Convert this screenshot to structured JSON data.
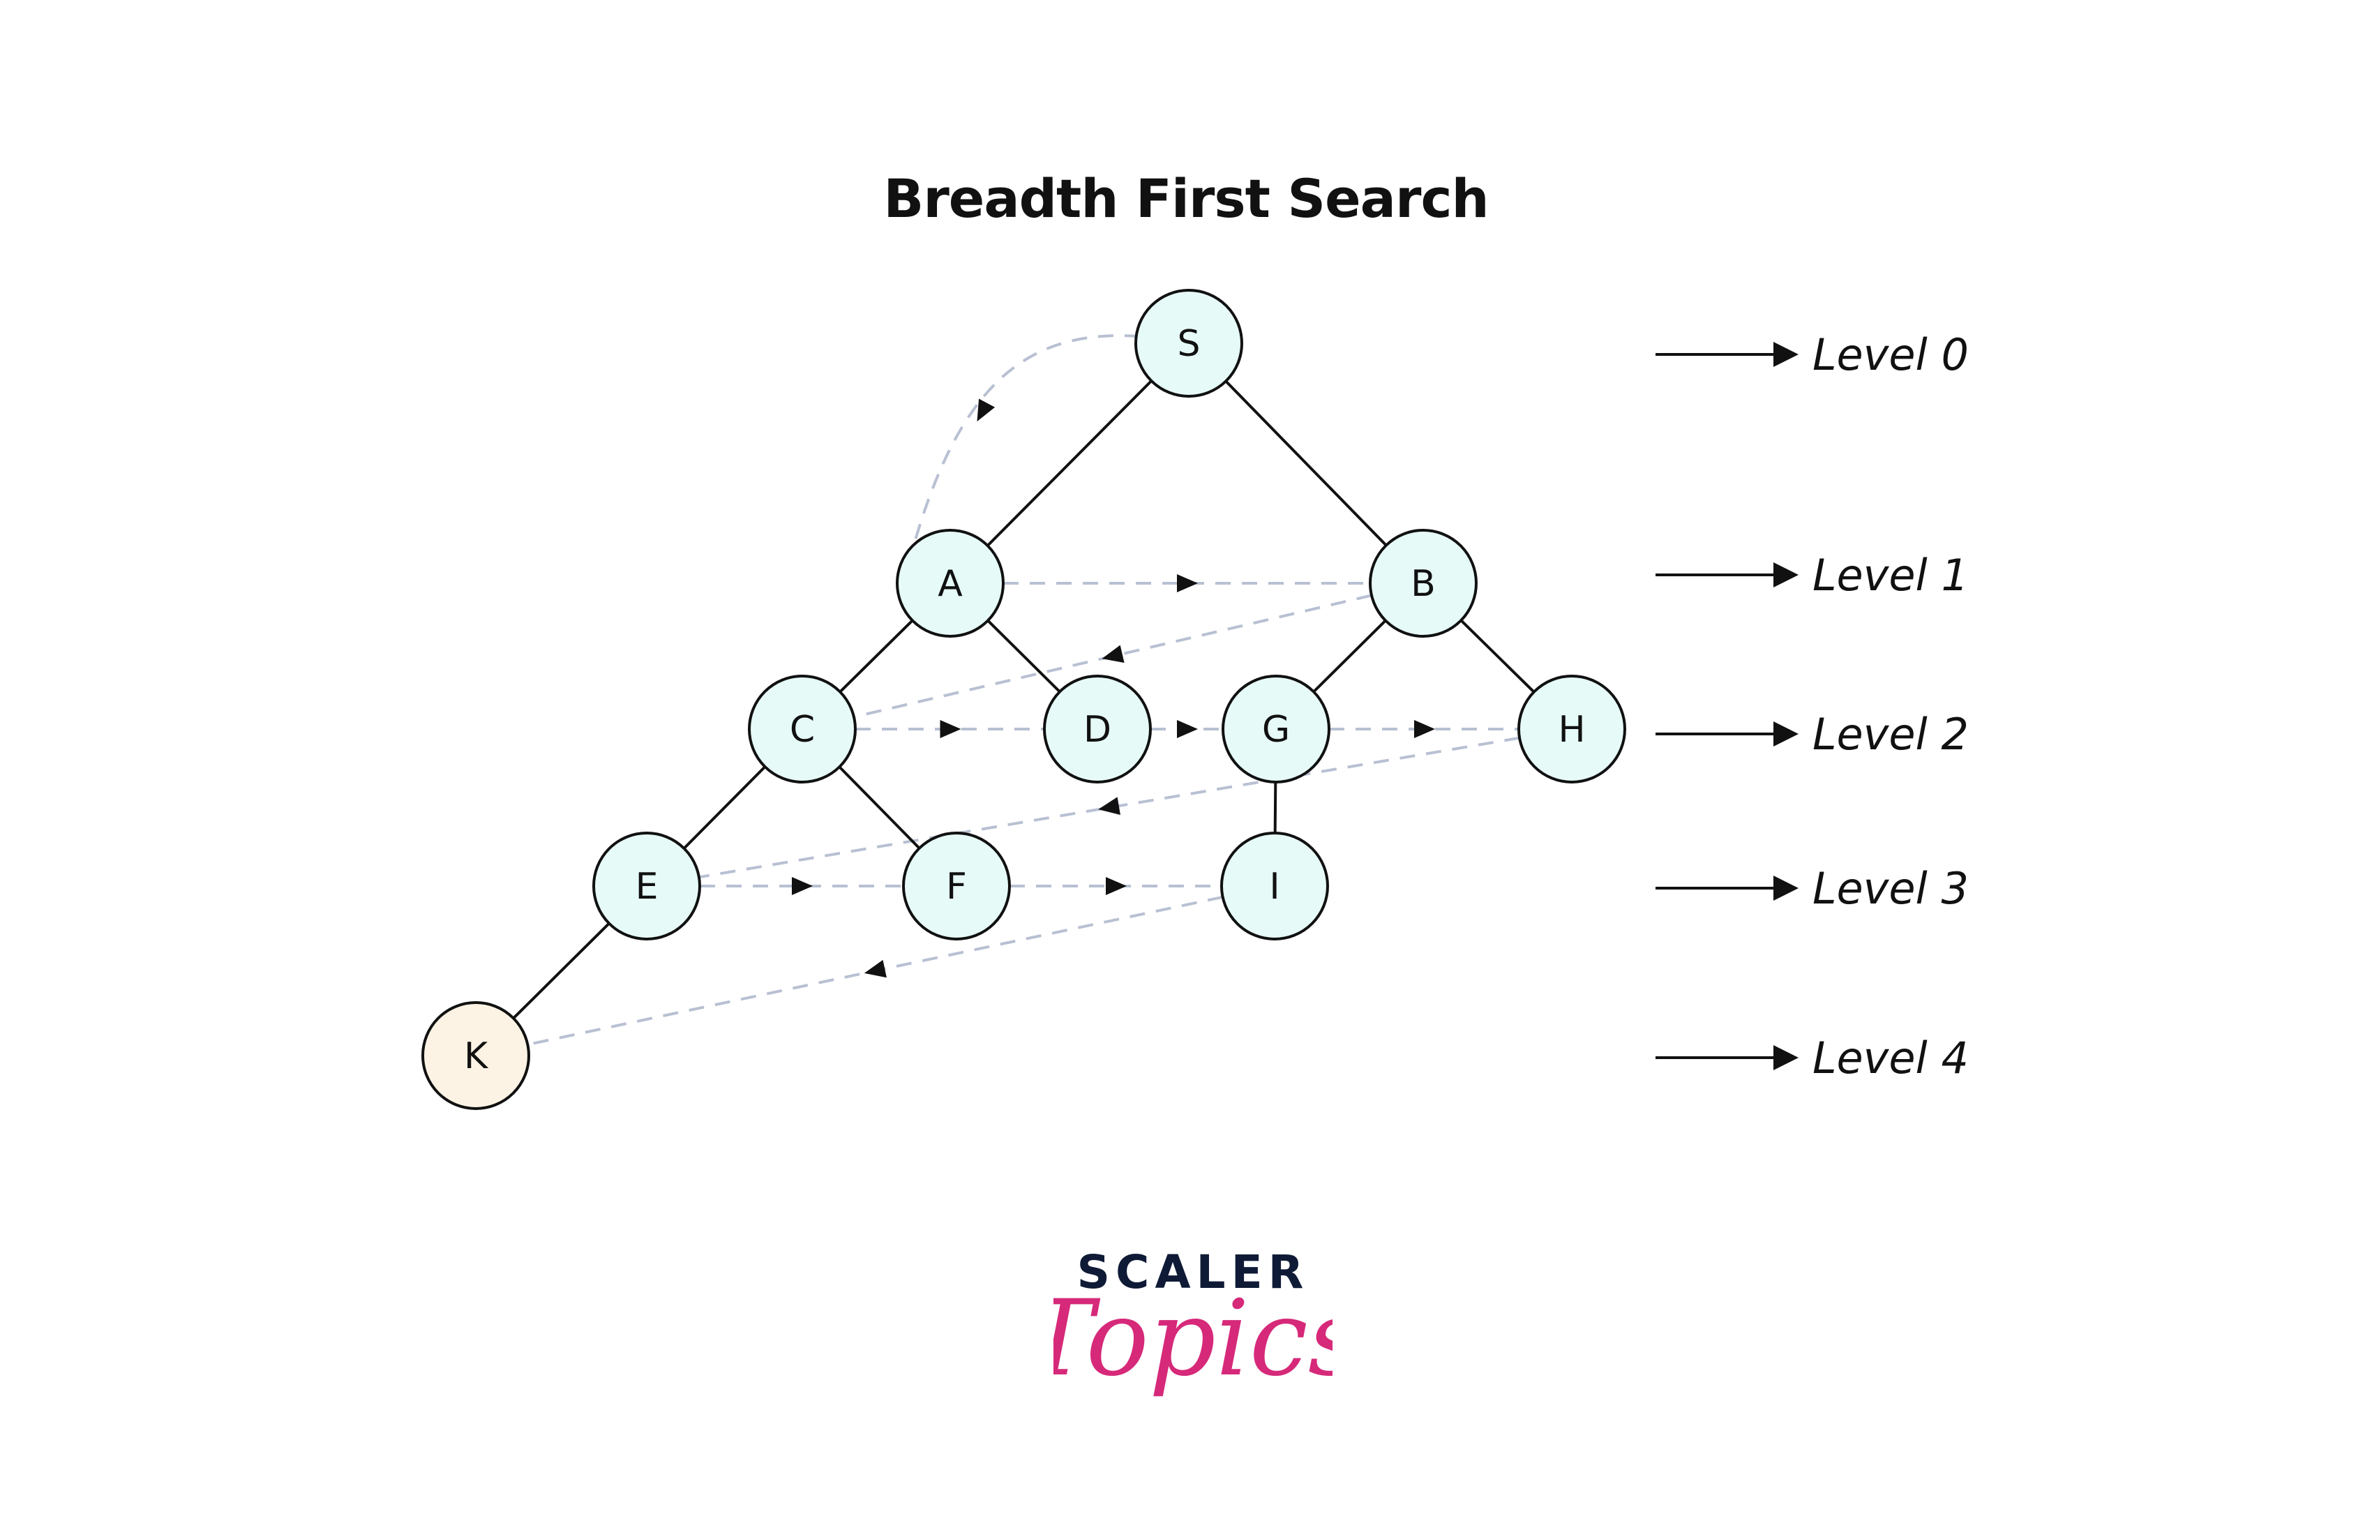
{
  "title": "Breadth First Search",
  "nodes": [
    {
      "id": "S",
      "label": "S",
      "level": 0,
      "fill": "#e6fbf8"
    },
    {
      "id": "A",
      "label": "A",
      "level": 1,
      "fill": "#e6fbf8"
    },
    {
      "id": "B",
      "label": "B",
      "level": 1,
      "fill": "#e6fbf8"
    },
    {
      "id": "C",
      "label": "C",
      "level": 2,
      "fill": "#e6fbf8"
    },
    {
      "id": "D",
      "label": "D",
      "level": 2,
      "fill": "#e6fbf8"
    },
    {
      "id": "G",
      "label": "G",
      "level": 2,
      "fill": "#e6fbf8"
    },
    {
      "id": "H",
      "label": "H",
      "level": 2,
      "fill": "#e6fbf8"
    },
    {
      "id": "E",
      "label": "E",
      "level": 3,
      "fill": "#e6fbf8"
    },
    {
      "id": "F",
      "label": "F",
      "level": 3,
      "fill": "#e6fbf8"
    },
    {
      "id": "I",
      "label": "I",
      "level": 3,
      "fill": "#e6fbf8"
    },
    {
      "id": "K",
      "label": "K",
      "level": 4,
      "fill": "#fdf3e4"
    }
  ],
  "tree_edges": [
    [
      "S",
      "A"
    ],
    [
      "S",
      "B"
    ],
    [
      "A",
      "C"
    ],
    [
      "A",
      "D"
    ],
    [
      "B",
      "G"
    ],
    [
      "B",
      "H"
    ],
    [
      "C",
      "E"
    ],
    [
      "C",
      "F"
    ],
    [
      "G",
      "I"
    ],
    [
      "E",
      "K"
    ]
  ],
  "traversal_order": [
    "S",
    "A",
    "B",
    "C",
    "D",
    "G",
    "H",
    "E",
    "F",
    "I",
    "K"
  ],
  "levels": [
    {
      "label": "Level 0"
    },
    {
      "label": "Level 1"
    },
    {
      "label": "Level 2"
    },
    {
      "label": "Level 3"
    },
    {
      "label": "Level 4"
    }
  ],
  "logo": {
    "top": "SCALER",
    "script": "Topics",
    "top_color": "#0f1a36",
    "script_color": "#d6297a"
  },
  "colors": {
    "edge": "#111111",
    "traversal": "#b8c0d2",
    "node_stroke": "#111111"
  }
}
